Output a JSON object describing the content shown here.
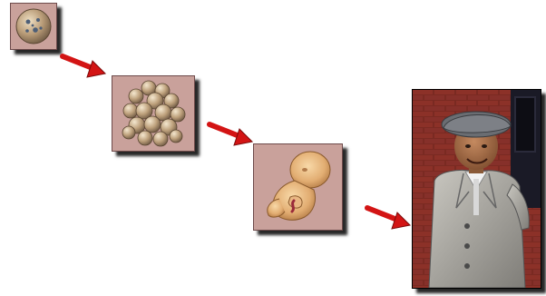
{
  "diagram": {
    "stages": [
      {
        "name": "single-cell-stage",
        "icon": "single-cell-icon"
      },
      {
        "name": "cell-cluster-stage",
        "icon": "cell-cluster-icon"
      },
      {
        "name": "fetus-stage",
        "icon": "fetus-icon"
      },
      {
        "name": "child-stage",
        "icon": "child-photo"
      }
    ],
    "colors": {
      "tile_background": "#c9a19b",
      "arrow": "#d31414",
      "brick": "#7a2a22",
      "cell": "#c8b08e"
    }
  }
}
